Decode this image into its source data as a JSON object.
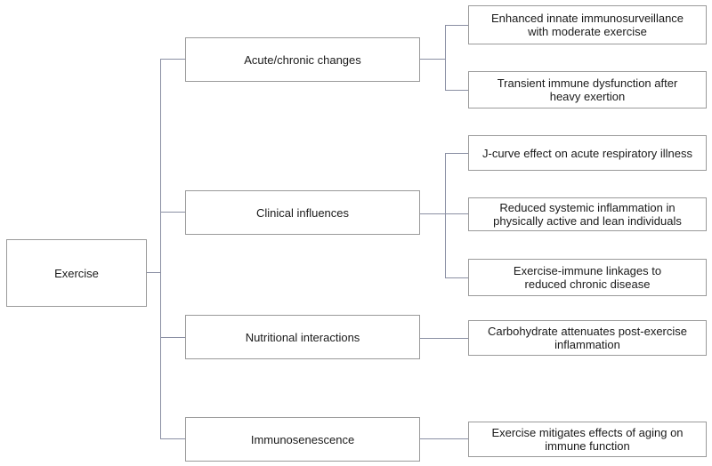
{
  "root": {
    "label": "Exercise"
  },
  "categories": [
    {
      "label": "Acute/chronic changes",
      "children": [
        "Enhanced innate immunosurveillance\nwith moderate exercise",
        "Transient immune dysfunction after\nheavy exertion"
      ]
    },
    {
      "label": "Clinical influences",
      "children": [
        "J-curve effect on acute respiratory illness",
        "Reduced systemic inflammation in\nphysically active and lean individuals",
        "Exercise-immune linkages to\nreduced chronic disease"
      ]
    },
    {
      "label": "Nutritional interactions",
      "children": [
        "Carbohydrate attenuates post-exercise\ninflammation"
      ]
    },
    {
      "label": "Immunosenescence",
      "children": [
        "Exercise mitigates effects of aging on\nimmune function"
      ]
    }
  ]
}
